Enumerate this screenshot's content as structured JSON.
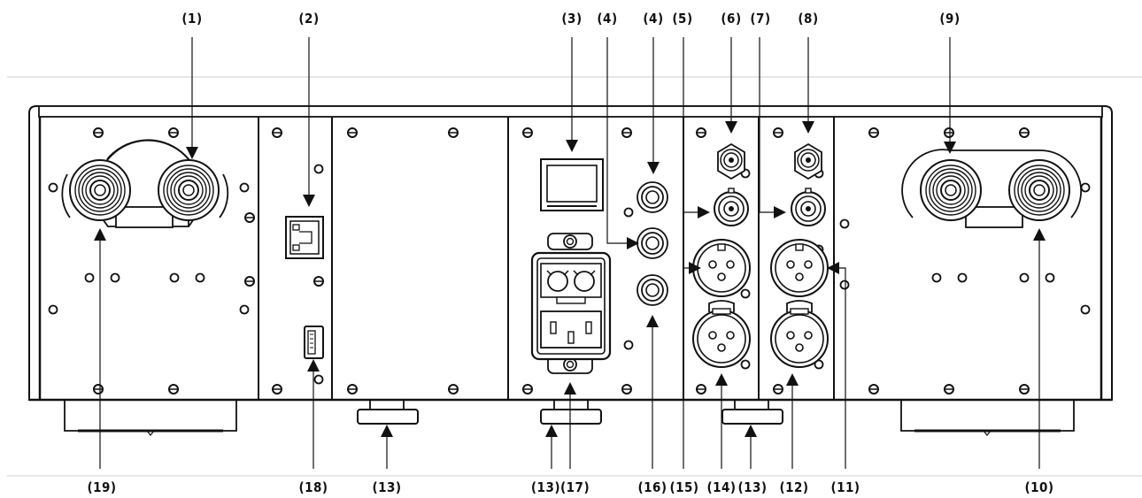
{
  "callouts": {
    "top": [
      "(1)",
      "(2)",
      "(3)",
      "(4)",
      "(4)",
      "(5)",
      "(6)",
      "(7)",
      "(8)",
      "(9)"
    ],
    "bottom": [
      "(19)",
      "(18)",
      "(13)",
      "(13)(17)",
      "(16)",
      "(15)",
      "(14)",
      "(13)",
      "(12)",
      "(11)",
      "(10)"
    ]
  },
  "colors": {
    "line": "#111111",
    "guide": "#cfcfcf",
    "fill": "#ffffff"
  }
}
